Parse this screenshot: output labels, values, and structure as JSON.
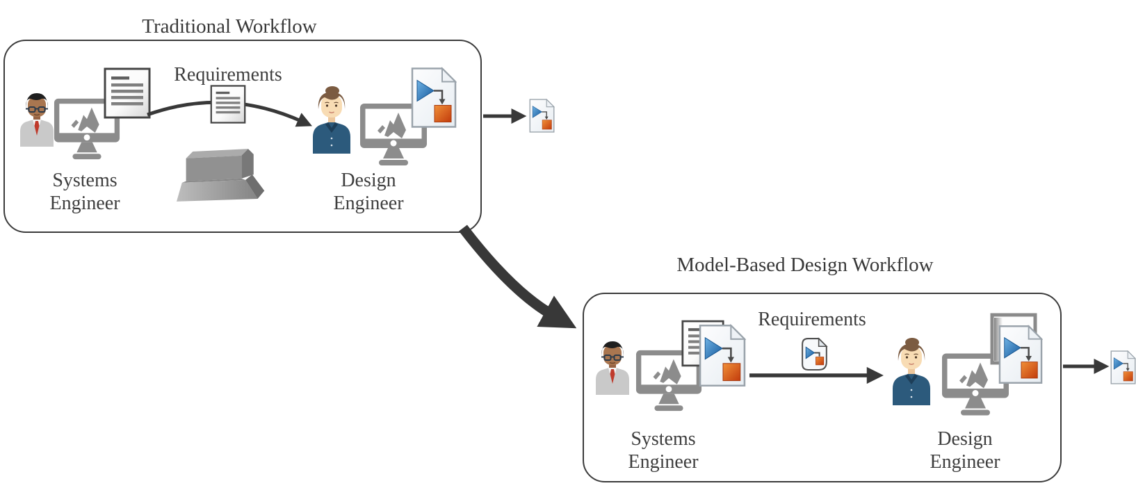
{
  "traditional_workflow": {
    "title": "Traditional Workflow",
    "requirements_label": "Requirements",
    "systems_engineer": {
      "line1": "Systems",
      "line2": "Engineer"
    },
    "design_engineer": {
      "line1": "Design",
      "line2": "Engineer"
    }
  },
  "model_based_workflow": {
    "title": "Model-Based Design Workflow",
    "requirements_label": "Requirements",
    "systems_engineer": {
      "line1": "Systems",
      "line2": "Engineer"
    },
    "design_engineer": {
      "line1": "Design",
      "line2": "Engineer"
    }
  },
  "icons": {
    "systems-engineer-avatar": "man with glasses, gray suit and red tie",
    "design-engineer-avatar": "woman with brown bun hair and blue shirt",
    "matlab-monitor-icon": "gray monitor showing MATLAB membrane logo",
    "requirements-document-icon": "white page with gray text lines",
    "simulink-model-file-icon": "page with blue triangle linked to orange block",
    "simulink-requirements-file-icon": "rounded file with simulink glyph",
    "wall-icon": "gray 3D wall block separating the two engineers",
    "requirements-handoff-arrow": "curved arrow from systems engineer to design engineer",
    "model-handoff-arrow": "straight arrow from systems engineer to design engineer",
    "model-output-arrow": "arrow from workflow box to model file",
    "workflow-transition-arrow": "thick curved arrow from traditional to model-based workflow"
  },
  "colors": {
    "box_outline": "#3b3b3b",
    "arrow": "#383838",
    "text": "#3e3e3e",
    "monitor_gray": "#8c8c8c",
    "simulink_blue": "#1d63a8",
    "simulink_orange": "#c23b0c",
    "suit_gray": "#c9c9c9",
    "tie_red": "#bf3a2b",
    "shirt_blue": "#2c5a7c",
    "wall_gray": "#919191",
    "page_white": "#ffffff"
  }
}
